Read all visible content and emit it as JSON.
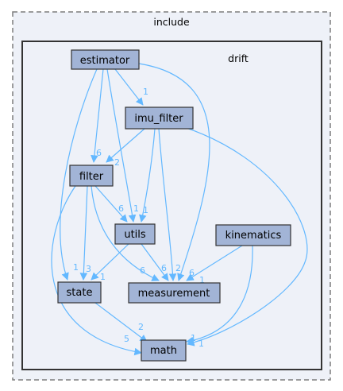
{
  "outer_cluster": {
    "label": "include"
  },
  "inner_cluster": {
    "label": "drift"
  },
  "colors": {
    "outer_fill": "#eef1f8",
    "outer_border": "#7d7d7d",
    "inner_fill": "#eef1f8",
    "inner_border": "#333333",
    "node_fill": "#a2b4d6",
    "node_border": "#333333",
    "edge": "#63b8ff"
  },
  "nodes": {
    "estimator": "estimator",
    "imu_filter": "imu_filter",
    "filter": "filter",
    "utils": "utils",
    "kinematics": "kinematics",
    "state": "state",
    "measurement": "measurement",
    "math": "math"
  },
  "edge_labels": {
    "estimator_imu_filter": "1",
    "estimator_filter": "6",
    "imu_filter_filter": "2",
    "filter_utils": "6",
    "estimator_utils": "1",
    "imu_filter_utils": "1",
    "estimator_state": "1",
    "filter_state": "3",
    "utils_state": "1",
    "filter_measurement": "6",
    "utils_measurement": "6",
    "imu_filter_measurement": "2",
    "kinematics_measurement": "6",
    "estimator_measurement": "1",
    "state_math": "2",
    "filter_math": "5",
    "kinematics_math": "1",
    "imu_filter_math": "1"
  }
}
